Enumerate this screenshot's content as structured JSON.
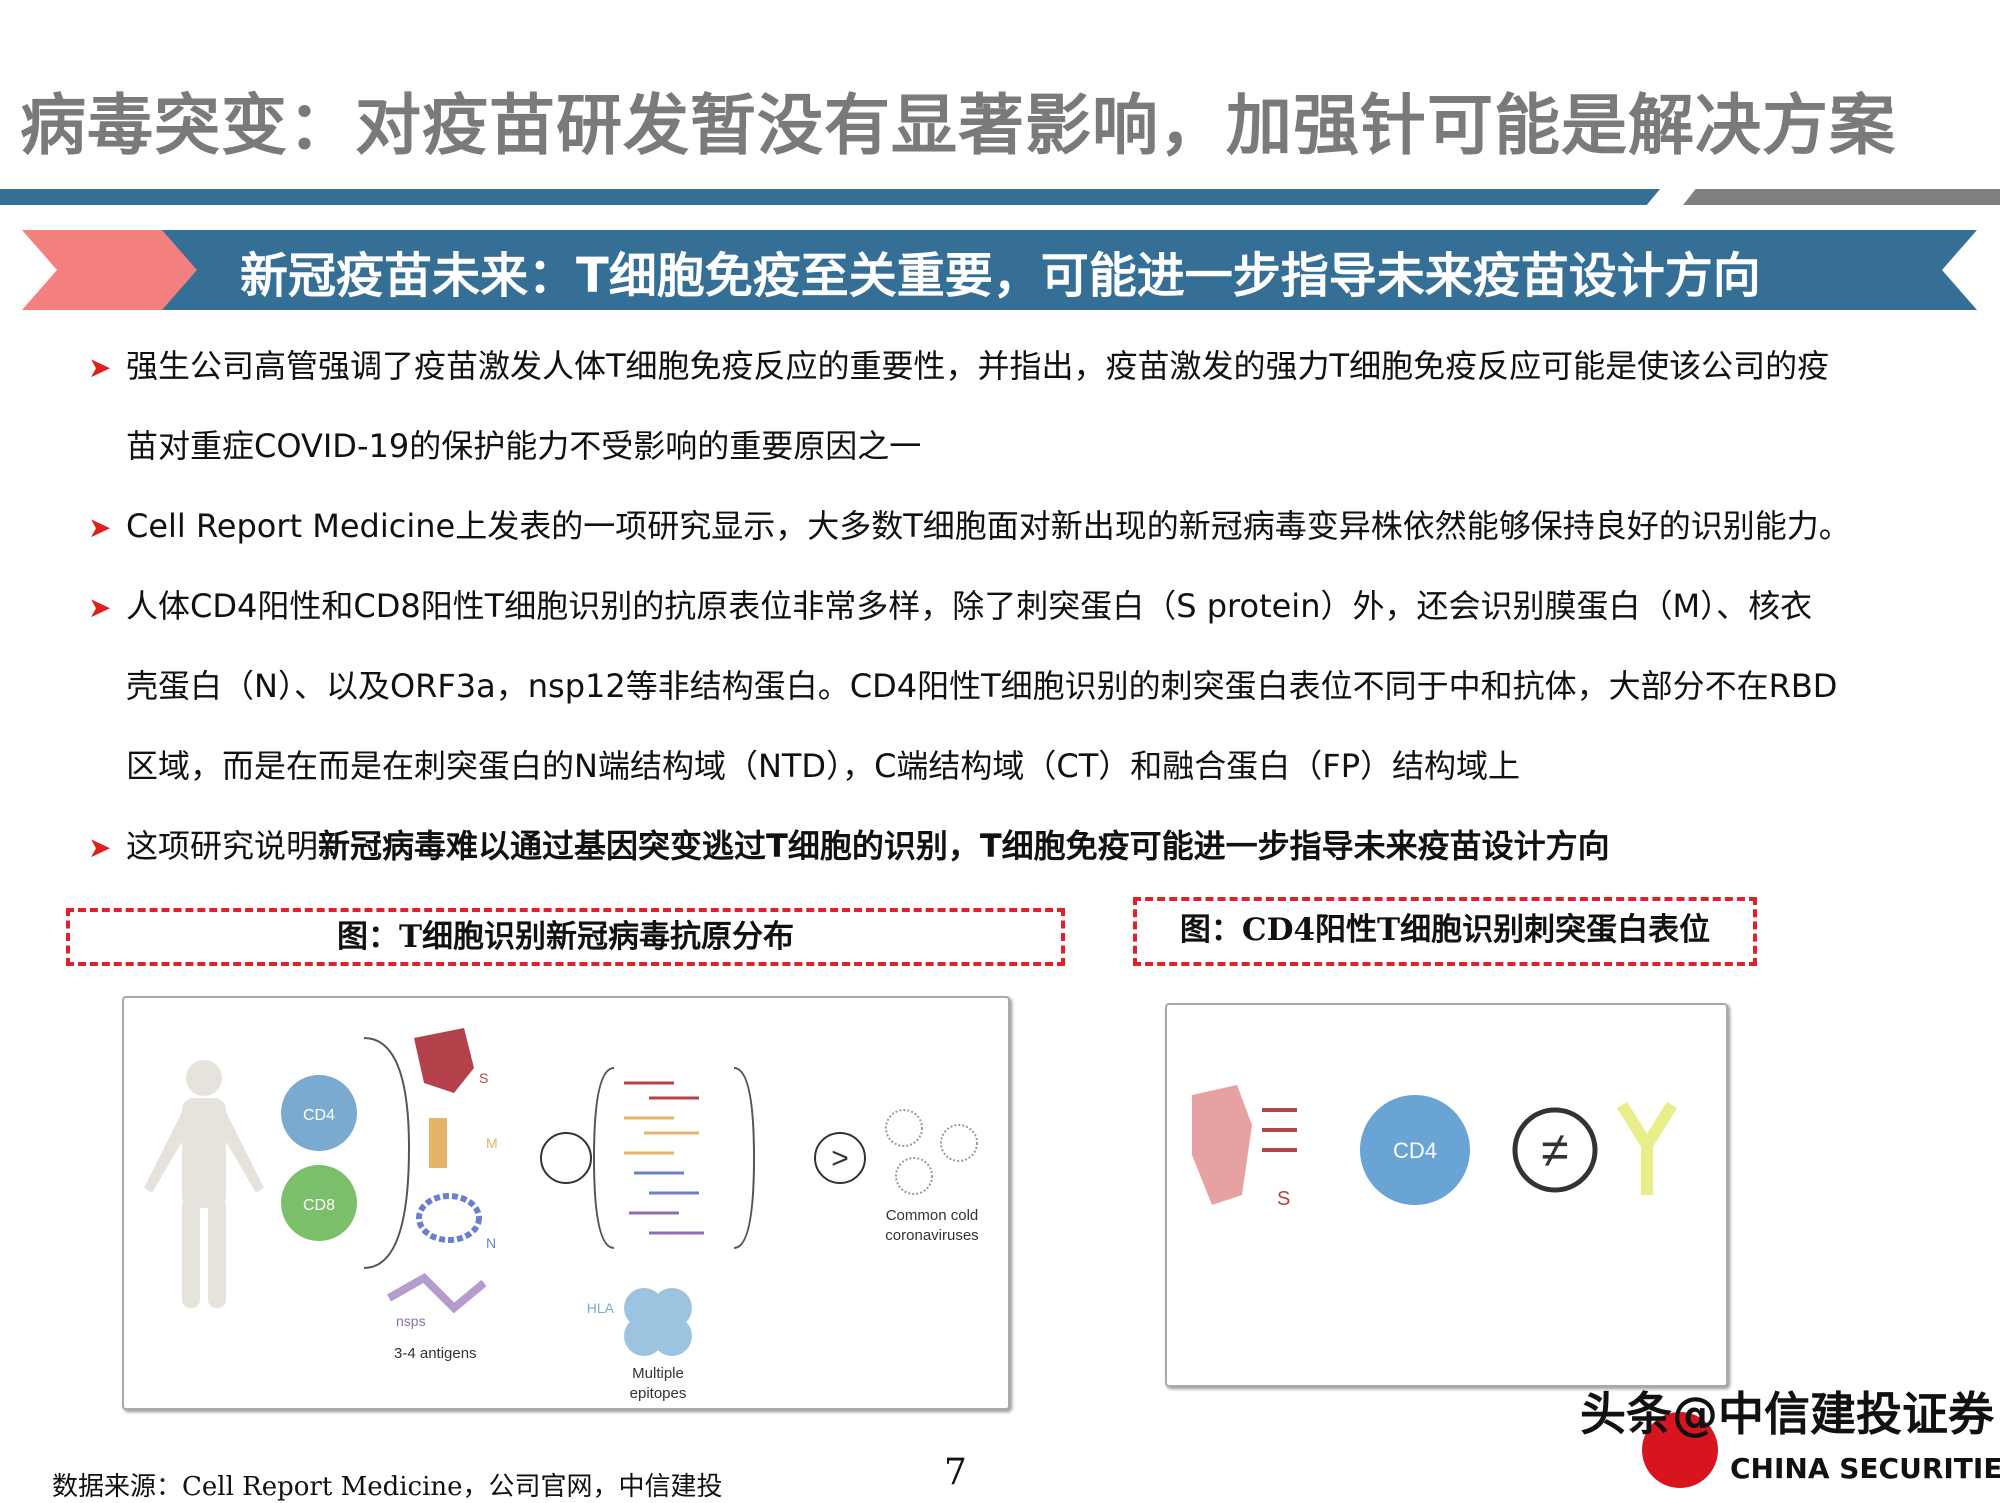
{
  "title": "病毒突变：对疫苗研发暂没有显著影响，加强针可能是解决方案",
  "banner": "新冠疫苗未来：T细胞免疫至关重要，可能进一步指导未来疫苗设计方向",
  "colors": {
    "accent_blue": "#356f96",
    "accent_pink": "#f47f7f",
    "bullet_red": "#e02020",
    "gray": "#808080"
  },
  "bullets": [
    {
      "lines": [
        "强生公司高管强调了疫苗激发人体T细胞免疫反应的重要性，并指出，疫苗激发的强力T细胞免疫反应可能是使该公司的疫",
        "苗对重症COVID-19的保护能力不受影响的重要原因之一"
      ]
    },
    {
      "lines": [
        "Cell Report Medicine上发表的一项研究显示，大多数T细胞面对新出现的新冠病毒变异株依然能够保持良好的识别能力。"
      ]
    },
    {
      "lines": [
        "人体CD4阳性和CD8阳性T细胞识别的抗原表位非常多样，除了刺突蛋白（S  protein）外，还会识别膜蛋白（M）、核衣",
        "壳蛋白（N）、以及ORF3a，nsp12等非结构蛋白。CD4阳性T细胞识别的刺突蛋白表位不同于中和抗体，大部分不在RBD",
        "区域，而是在而是在刺突蛋白的N端结构域（NTD），C端结构域（CT）和融合蛋白（FP）结构域上"
      ]
    },
    {
      "prefix": "这项研究说明",
      "bold": "新冠病毒难以通过基因突变逃过T细胞的识别，T细胞免疫可能进一步指导未来疫苗设计方向"
    }
  ],
  "figure_left": {
    "caption": "图：T细胞识别新冠病毒抗原分布",
    "labels": {
      "cd4": "CD4",
      "cd8": "CD8",
      "s": "S",
      "m": "M",
      "n": "N",
      "nsps": "nsps",
      "antigens": "3-4 antigens",
      "hla": "HLA",
      "epitopes1": "Multiple",
      "epitopes2": "epitopes",
      "cold1": "Common cold",
      "cold2": "coronaviruses"
    }
  },
  "figure_right": {
    "caption": "图：CD4阳性T细胞识别刺突蛋白表位",
    "labels": {
      "s": "S",
      "cd4": "CD4"
    }
  },
  "footer": {
    "source": "数据来源：Cell Report Medicine，公司官网，中信建投",
    "page": "7"
  },
  "watermark": {
    "text": "头条@中信建投证券",
    "en": "CHINA SECURITIES"
  }
}
